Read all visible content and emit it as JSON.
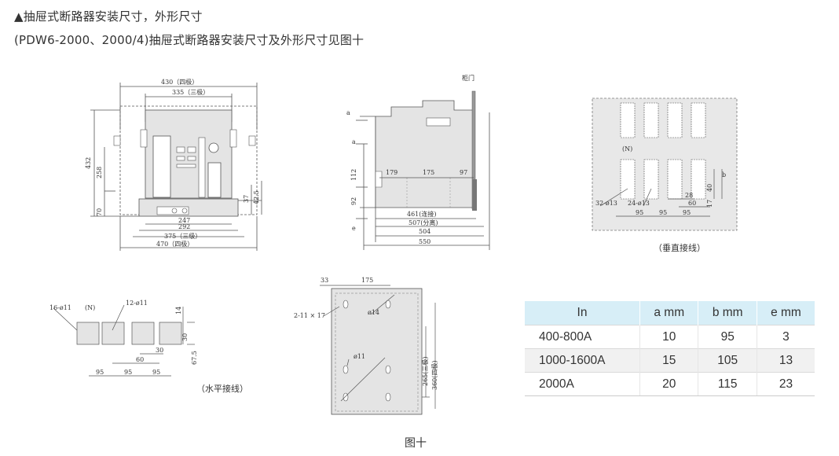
{
  "headings": {
    "line1": "▲抽屉式断路器安装尺寸，外形尺寸",
    "line2": "(PDW6-2000、2000/4)抽屉式断路器安装尺寸及外形尺寸见图十"
  },
  "front_view": {
    "dim_top_4pole": "430（四极）",
    "dim_top_3pole": "335（三极）",
    "dim_left_height": "432",
    "dim_left_mid": "258",
    "dim_left_low": "70",
    "dim_right_37": "37",
    "dim_right_42_5": "42.5",
    "dim_b247": "247",
    "dim_b292": "292",
    "dim_b375": "375（三级）",
    "dim_b470": "470（四极）"
  },
  "side_view": {
    "cabinet_door": "柜门",
    "label_a_top": "a",
    "label_a_mid": "a",
    "label_e": "e",
    "dim_112": "112",
    "dim_92": "92",
    "dim_179": "179",
    "dim_175": "175",
    "dim_97": "97",
    "dim_461": "461(连接)",
    "dim_507": "507(分离)",
    "dim_504": "504",
    "dim_550": "550"
  },
  "vertical_terminal": {
    "caption": "（垂直接线）",
    "label_n": "(N)",
    "label_32_holes": "32-ø13",
    "label_24_holes": "24-ø13",
    "dim_b": "b",
    "dim_40": "40",
    "dim_17": "17",
    "dim_28": "28",
    "dim_60": "60",
    "dim_95a": "95",
    "dim_95b": "95",
    "dim_95c": "95"
  },
  "horizontal_terminal": {
    "caption": "（水平接线）",
    "label_16_holes": "16-ø11",
    "label_n": "(N)",
    "label_12_holes": "12-ø11",
    "dim_14": "14",
    "dim_30a": "30",
    "dim_30b": "30",
    "dim_60": "60",
    "dim_67_5": "67.5",
    "dim_95a": "95",
    "dim_95b": "95",
    "dim_95c": "95"
  },
  "mounting_view": {
    "dim_33": "33",
    "dim_175": "175",
    "label_2_11x17": "2-11 × 17",
    "label_d14": "ø14",
    "label_d11": "ø11",
    "dim_265": "265(三极)",
    "dim_360": "360(四极)"
  },
  "table": {
    "headers": [
      "In",
      "a mm",
      "b mm",
      "e mm"
    ],
    "rows": [
      [
        "400-800A",
        "10",
        "95",
        "3"
      ],
      [
        "1000-1600A",
        "15",
        "105",
        "13"
      ],
      [
        "2000A",
        "20",
        "115",
        "23"
      ]
    ]
  },
  "figure_caption": "图十",
  "colors": {
    "header_bg": "#d7eef7",
    "alt_row_bg": "#f1f1f1",
    "drawing_fill": "#e4e4e4",
    "line": "#555555"
  }
}
